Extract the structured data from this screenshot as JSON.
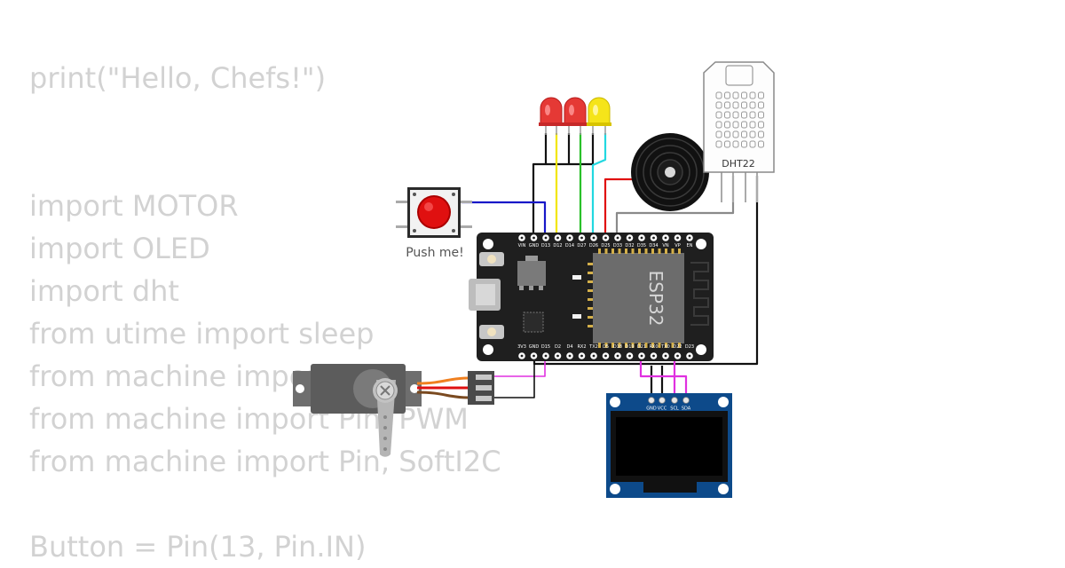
{
  "code_lines": [
    "print(\"Hello, Chefs!\")",
    "import MOTOR",
    "import OLED",
    "import dht",
    "from utime import sleep",
    "from machine import Pin",
    "from machine import Pin, PWM",
    "from machine import Pin, SoftI2C",
    "Button = Pin(13, Pin.IN)"
  ],
  "pushbutton": {
    "label": "Push me!"
  },
  "dht": {
    "label": "DHT22"
  },
  "esp32": {
    "chip_label": "ESP32",
    "top_pins": [
      "VIN",
      "GND",
      "D13",
      "D12",
      "D14",
      "D27",
      "D26",
      "D25",
      "D33",
      "D32",
      "D35",
      "D34",
      "VN",
      "VP",
      "EN"
    ],
    "bottom_pins": [
      "3V3",
      "GND",
      "D15",
      "D2",
      "D4",
      "RX2",
      "TX2",
      "D5",
      "D18",
      "D19",
      "D21",
      "RX0",
      "TX0",
      "D22",
      "D23"
    ]
  },
  "oled": {
    "pins": [
      "GND",
      "VCC",
      "SCL",
      "SDA"
    ]
  },
  "colors": {
    "led_red": "#e53935",
    "led_yellow": "#f5e41a",
    "button_cap": "#e01010",
    "board": "#1f1f1f",
    "oled_pcb": "#0d4a8a",
    "wire_blue": "#1818c8",
    "wire_yellow": "#f2e600",
    "wire_green": "#2ac02a",
    "wire_cyan": "#22d8e0",
    "wire_red": "#e01010",
    "wire_magenta": "#e030e0",
    "wire_gray": "#8a8a8a",
    "wire_black": "#111111",
    "servo_wire_orange": "#f08020"
  }
}
